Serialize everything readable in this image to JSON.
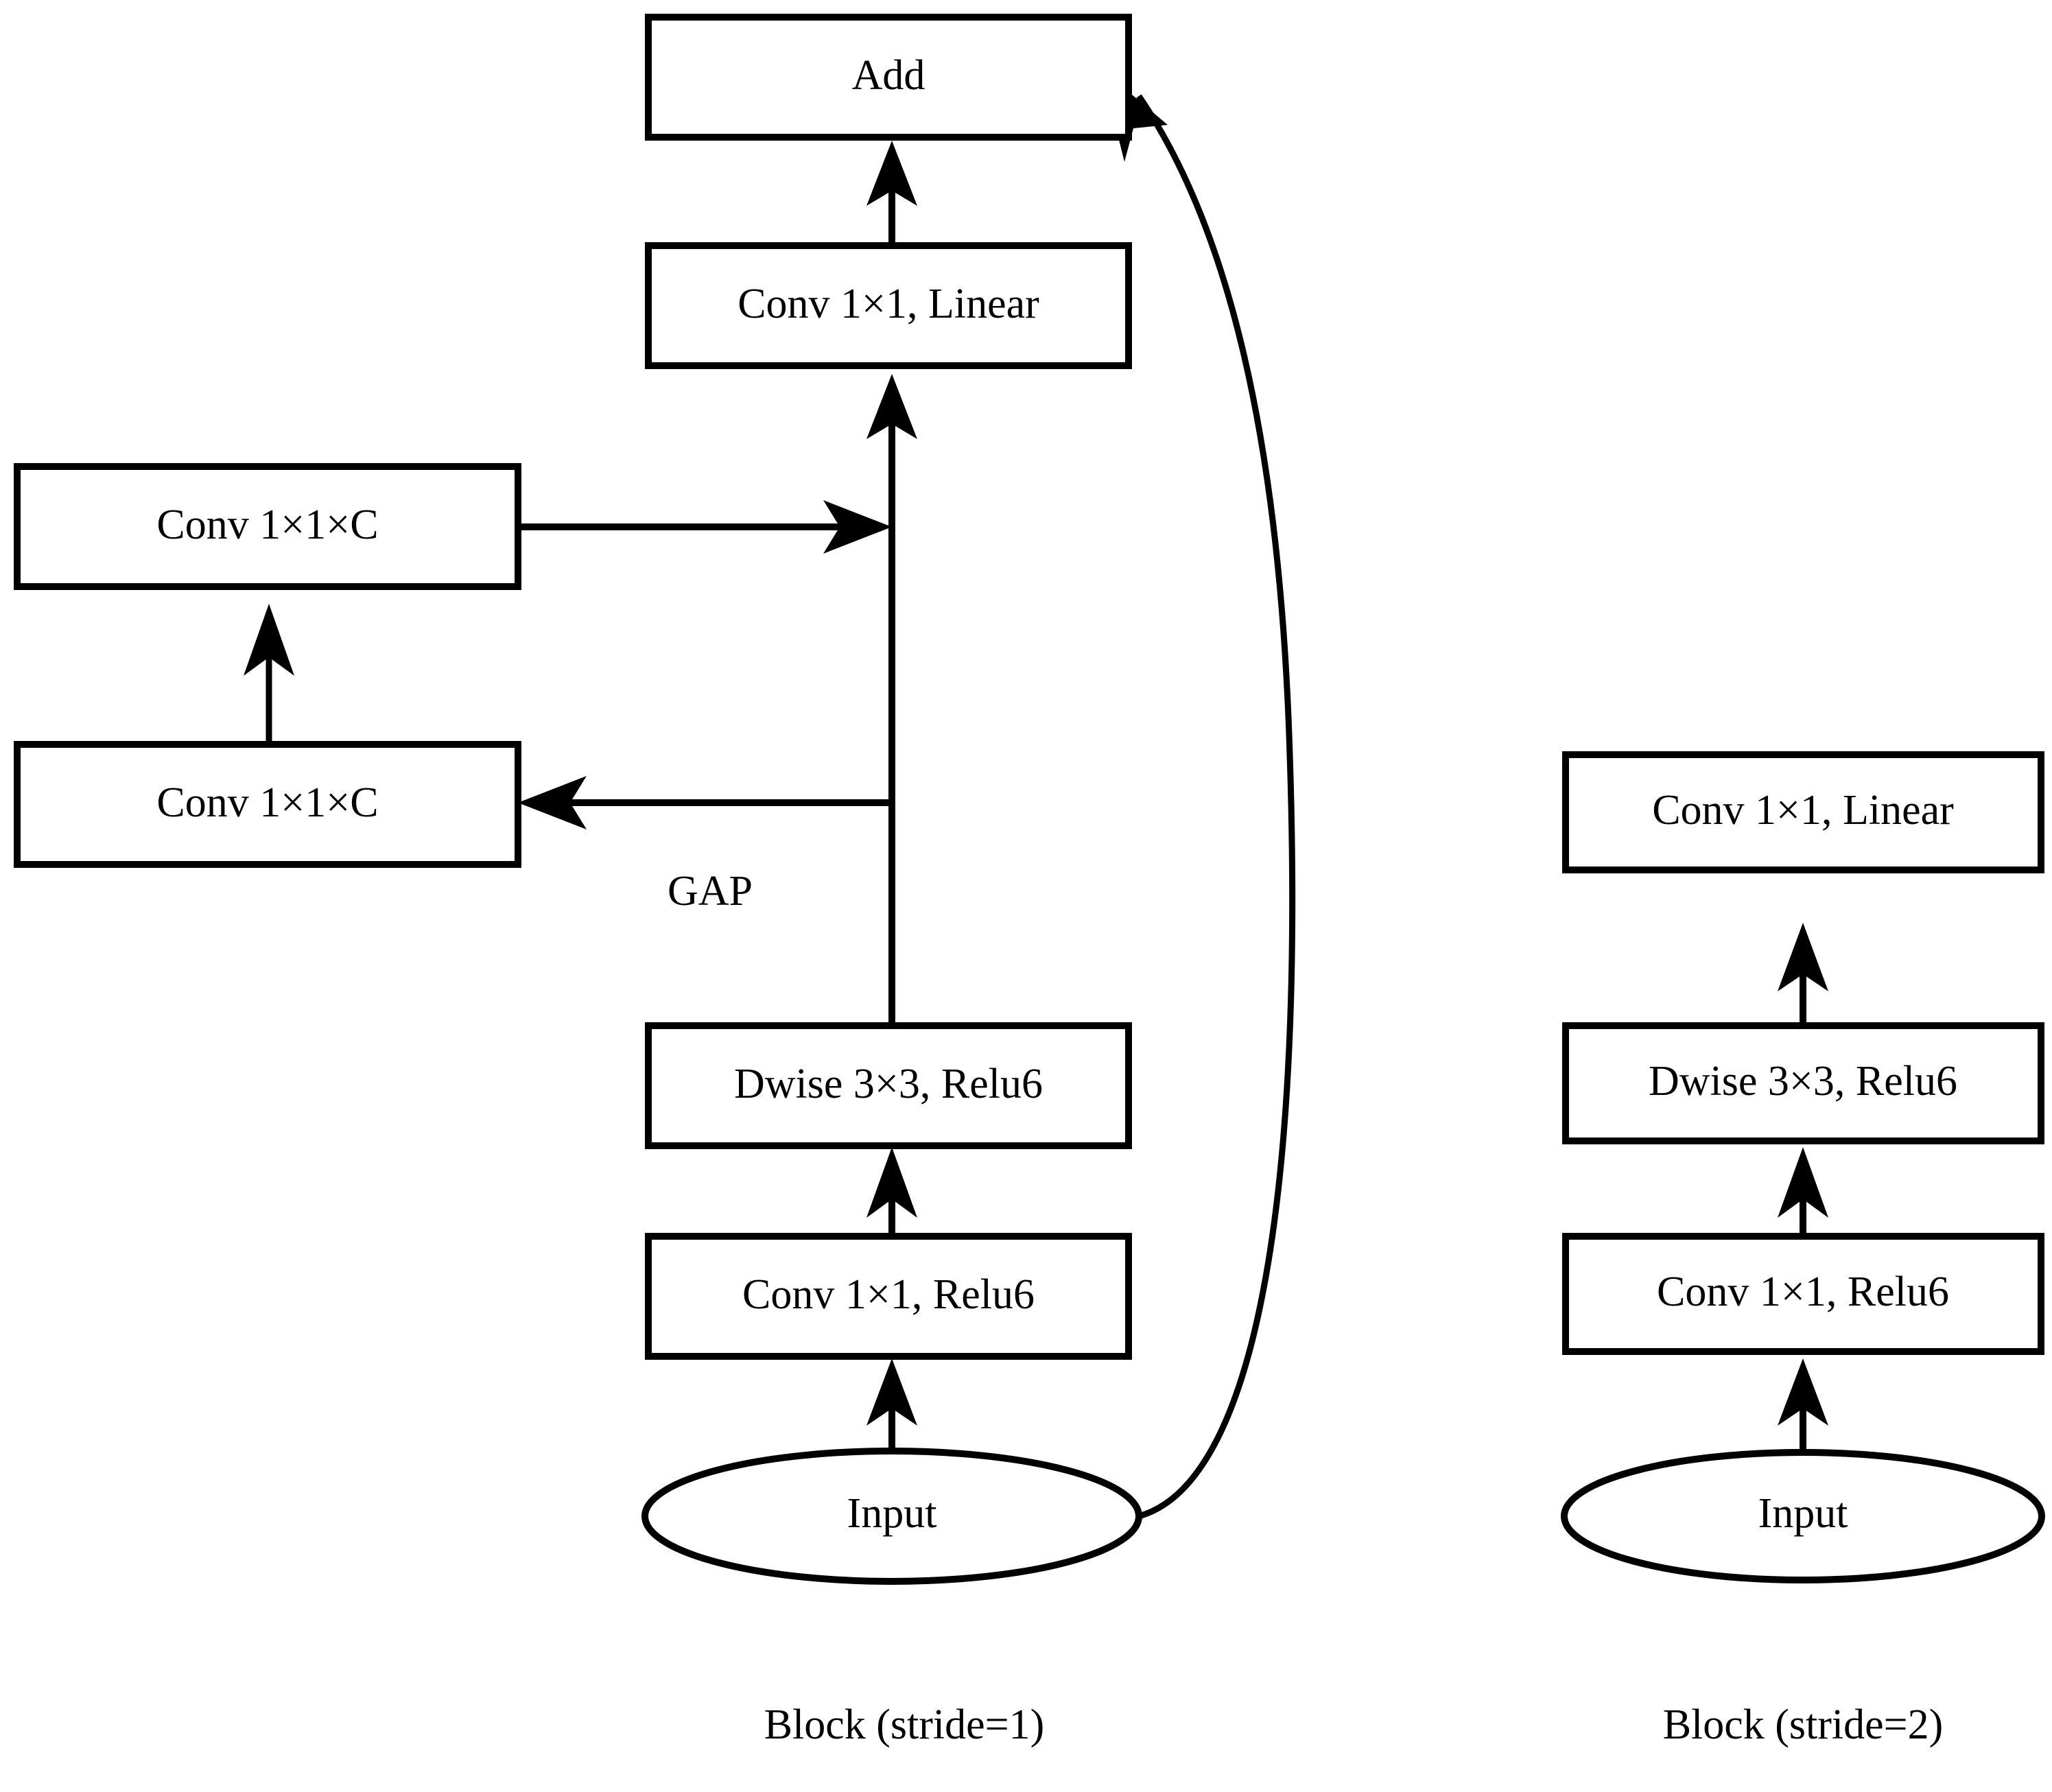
{
  "figure": {
    "type": "diagram",
    "title": "",
    "background_color": "#ffffff",
    "stroke_color": "#000000"
  },
  "blocks": {
    "stride1": {
      "caption": "Block (stride=1)",
      "nodes": {
        "add": "Add",
        "conv_linear": "Conv 1×1, Linear",
        "se_conv_top": "Conv 1×1×C",
        "se_conv_bottom": "Conv 1×1×C",
        "gap": "GAP",
        "dwise": "Dwise 3×3, Relu6",
        "conv_relu": "Conv 1×1, Relu6",
        "input": "Input"
      }
    },
    "stride2": {
      "caption": "Block (stride=2)",
      "nodes": {
        "conv_linear": "Conv 1×1, Linear",
        "dwise": "Dwise 3×3, Relu6",
        "conv_relu": "Conv 1×1, Relu6",
        "input": "Input"
      }
    }
  },
  "edges": [
    {
      "from": "input",
      "to": "conv_relu",
      "style": "straight-arrow"
    },
    {
      "from": "conv_relu",
      "to": "dwise",
      "style": "straight-arrow"
    },
    {
      "from": "dwise",
      "to": "conv_linear",
      "style": "straight-arrow"
    },
    {
      "from": "conv_linear",
      "to": "add",
      "style": "straight-arrow"
    },
    {
      "from": "spine",
      "to": "se_conv_bottom",
      "style": "straight-arrow",
      "label": "GAP"
    },
    {
      "from": "se_conv_bottom",
      "to": "se_conv_top",
      "style": "straight-arrow"
    },
    {
      "from": "se_conv_top",
      "to": "spine",
      "style": "straight-arrow"
    },
    {
      "from": "input",
      "to": "add",
      "style": "curved-skip-arrow"
    }
  ]
}
